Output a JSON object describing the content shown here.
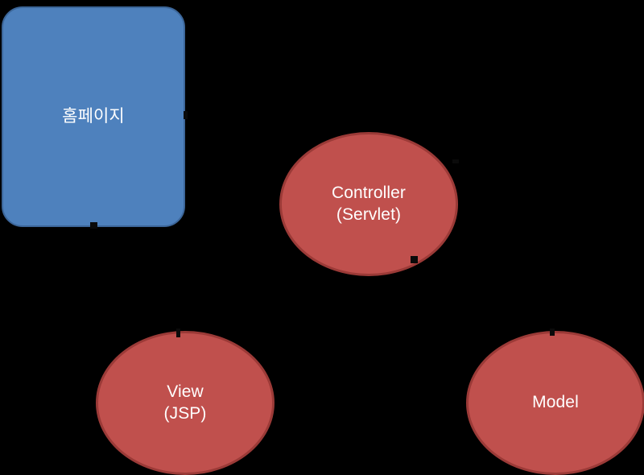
{
  "diagram": {
    "type": "mvc-architecture-diagram",
    "background_color": "#000000",
    "nodes": [
      {
        "id": "homepage",
        "label": "홈페이지",
        "shape": "rounded-rectangle",
        "fill": "#4E81BD",
        "stroke": "#3C6699",
        "text_color": "#FFFFFF"
      },
      {
        "id": "controller",
        "label": "Controller\n(Servlet)",
        "shape": "ellipse",
        "fill": "#C0504D",
        "stroke": "#9B3A37",
        "text_color": "#FFFFFF"
      },
      {
        "id": "view",
        "label": "View\n(JSP)",
        "shape": "ellipse",
        "fill": "#C0504D",
        "stroke": "#9B3A37",
        "text_color": "#FFFFFF"
      },
      {
        "id": "model",
        "label": "Model",
        "shape": "ellipse",
        "fill": "#C0504D",
        "stroke": "#9B3A37",
        "text_color": "#FFFFFF"
      }
    ]
  }
}
